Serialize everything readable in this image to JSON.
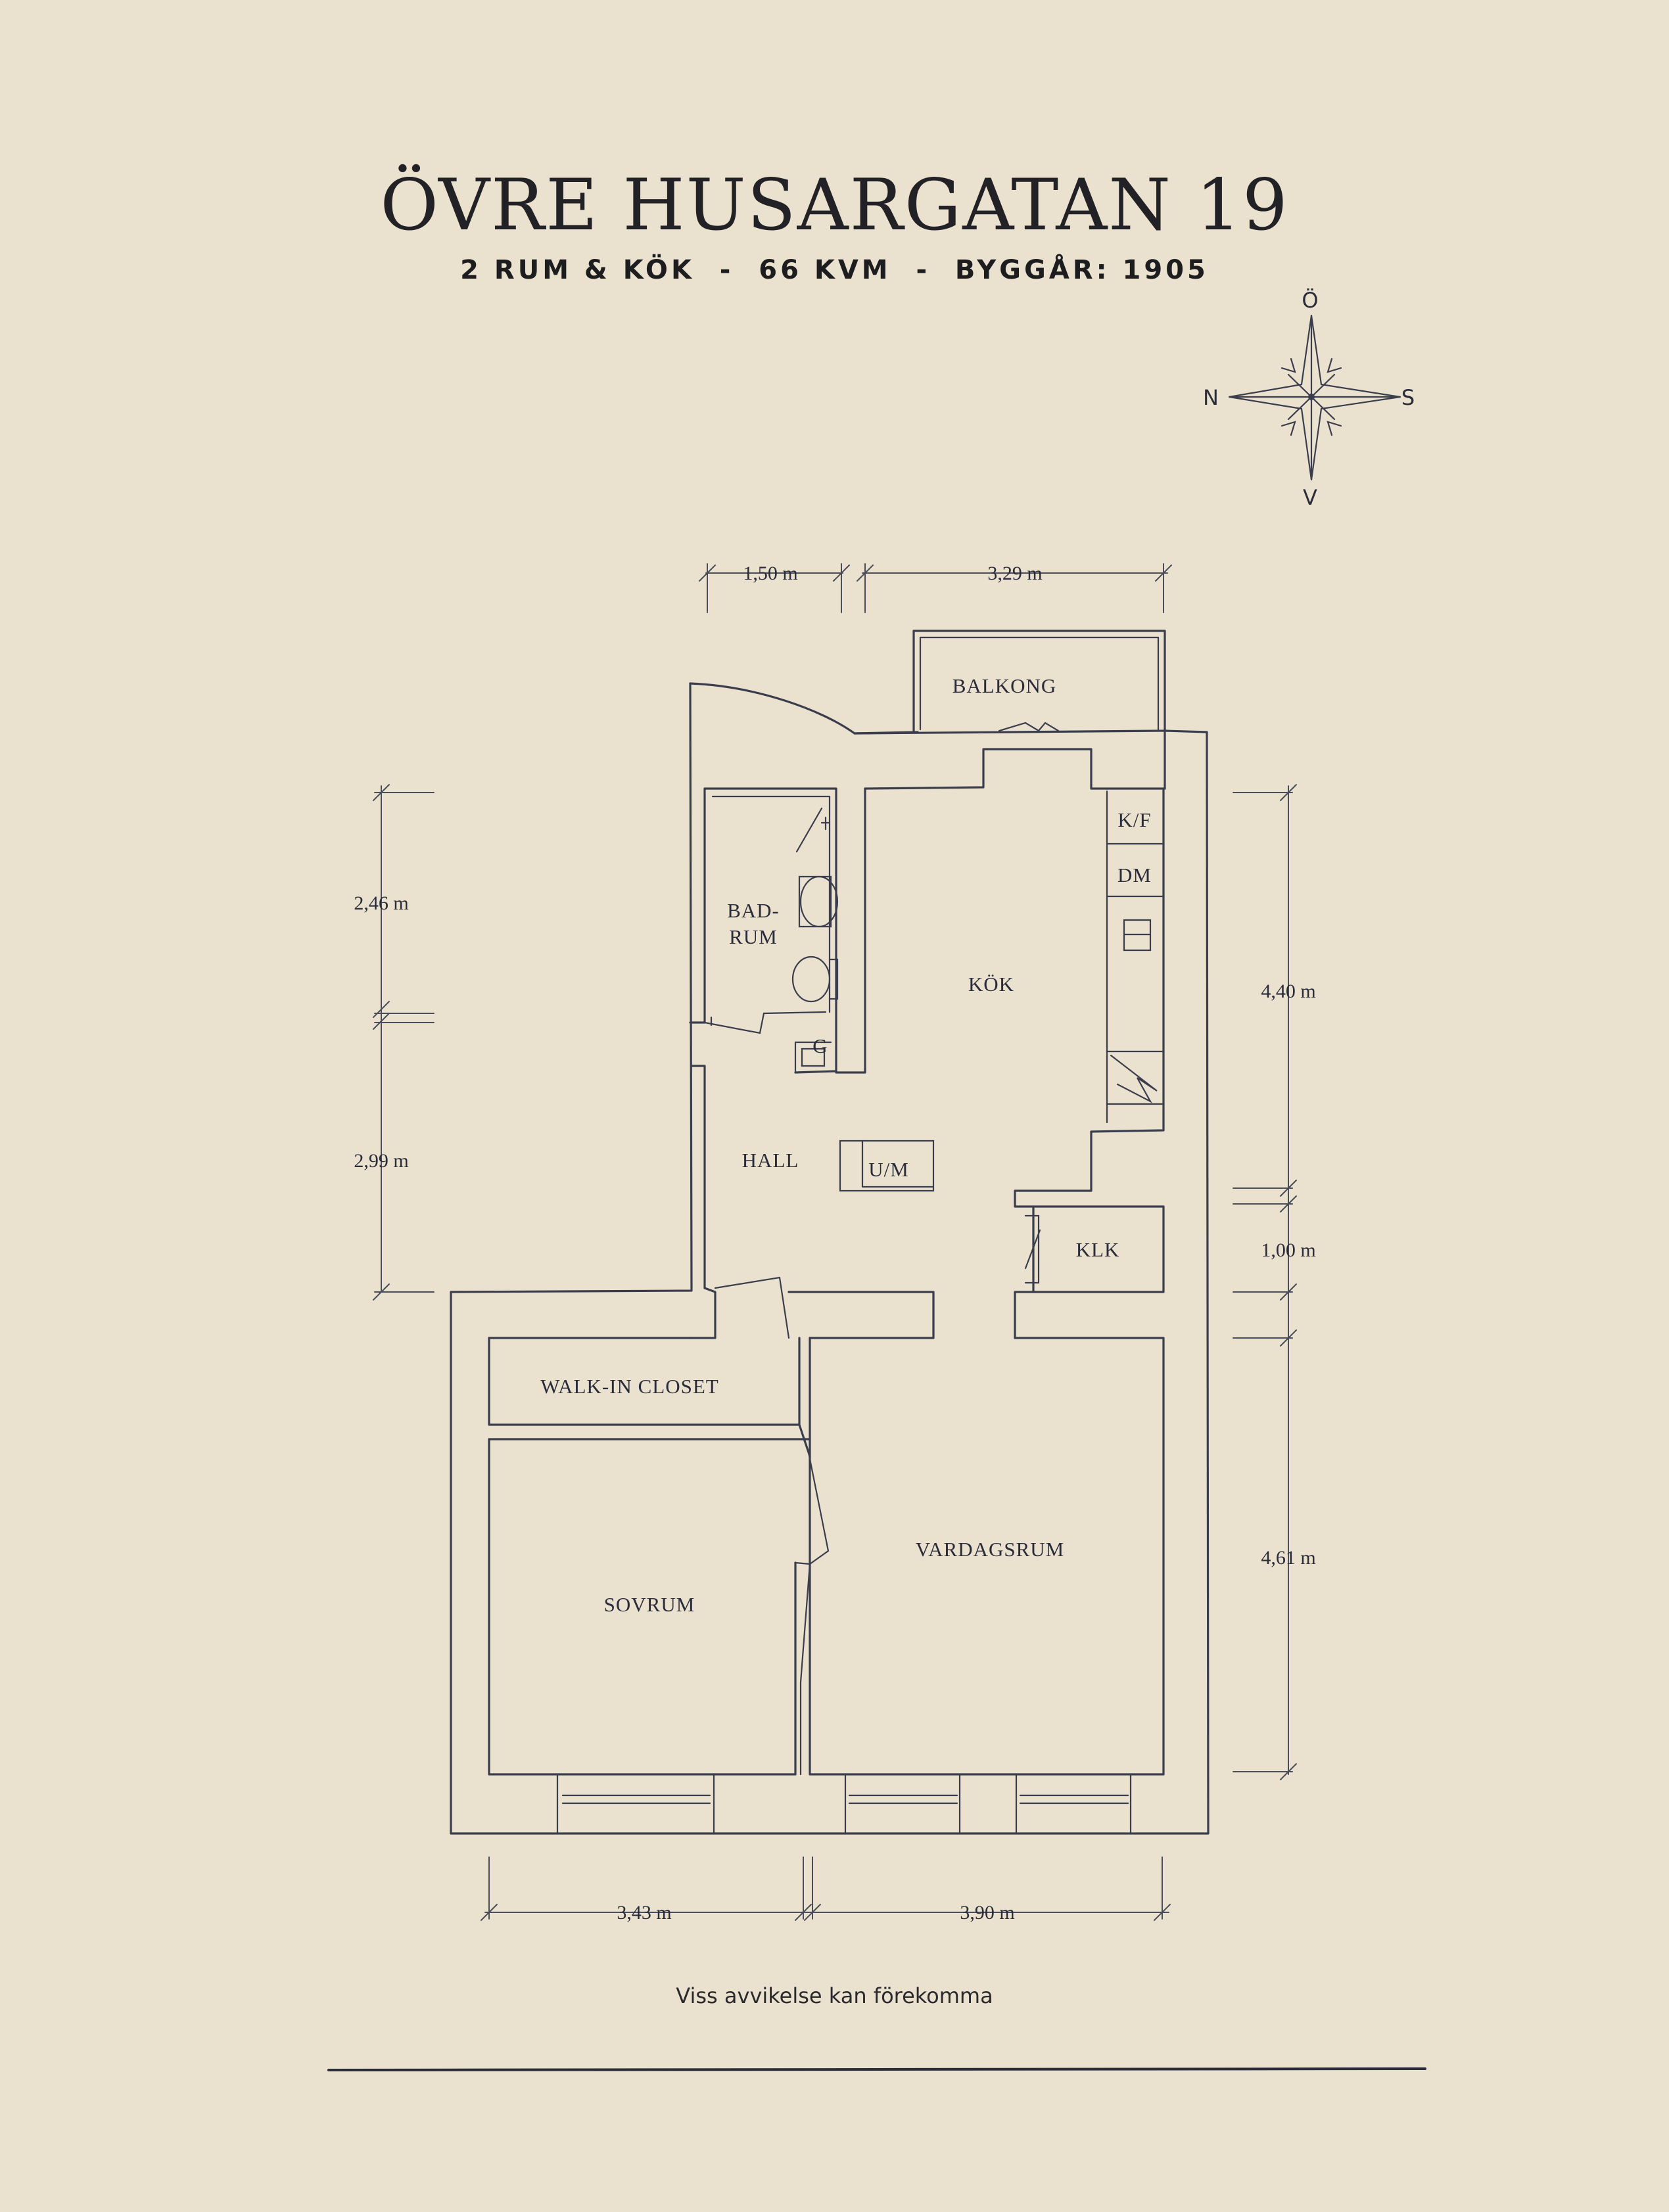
{
  "header": {
    "title": "ÖVRE HUSARGATAN 19",
    "subtitle": "2 RUM & KÖK  -  66 KVM  -  BYGGÅR: 1905"
  },
  "compass": {
    "north_top": "Ö",
    "left": "N",
    "right": "S",
    "bottom": "V"
  },
  "rooms": {
    "balkong": "BALKONG",
    "kf": "K/F",
    "dm": "DM",
    "badrum_line1": "BAD-",
    "badrum_line2": "RUM",
    "kok": "KÖK",
    "g": "G",
    "hall": "HALL",
    "um": "U/M",
    "klk": "KLK",
    "walkin": "WALK-IN CLOSET",
    "vardagsrum": "VARDAGSRUM",
    "sovrum": "SOVRUM"
  },
  "dimensions": {
    "top_left": "1,50 m",
    "top_right": "3,29 m",
    "left_upper": "2,46 m",
    "left_lower": "2,99 m",
    "right_kitchen": "4,40 m",
    "right_klk": "1,00 m",
    "right_living": "4,61 m",
    "bottom_left": "3,43 m",
    "bottom_right": "3,90 m"
  },
  "footer": {
    "disclaimer": "Viss avvikelse kan förekomma"
  },
  "colors": {
    "background": "#ebe1cf",
    "ink": "#3a3d4c"
  }
}
